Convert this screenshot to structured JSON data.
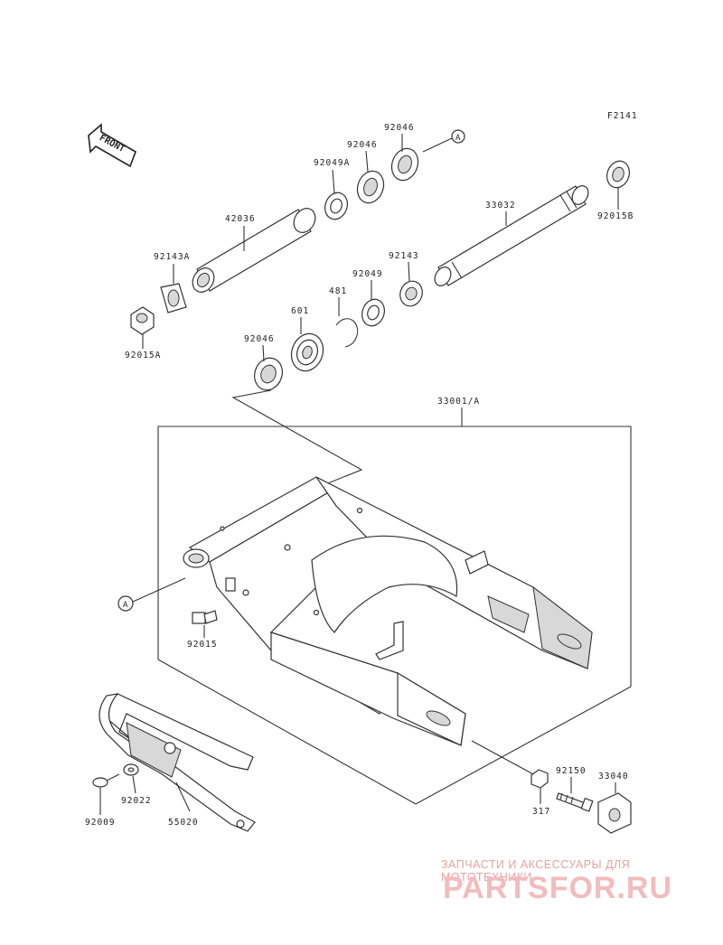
{
  "diagram": {
    "figure_code": "F2141",
    "front_label": "FRONT",
    "ref_a": "A",
    "parts": {
      "p92046_top": "92046",
      "p92046_mid": "92046",
      "p92049a": "92049A",
      "p33032": "33032",
      "p92015b": "92015B",
      "p42036": "42036",
      "p92143a": "92143A",
      "p92015a": "92015A",
      "p92143": "92143",
      "p92049": "92049",
      "p481": "481",
      "p601": "601",
      "p92046_low": "92046",
      "p33001a": "33001/A",
      "p92015": "92015",
      "p92150": "92150",
      "p33040": "33040",
      "p317": "317",
      "p92022": "92022",
      "p92009": "92009",
      "p55020": "55020"
    }
  },
  "watermark": {
    "tagline": "ЗАПЧАСТИ И АКСЕССУАРЫ ДЛЯ МОТОТЕХНИКИ",
    "logo": "PARTSFOR.RU"
  }
}
